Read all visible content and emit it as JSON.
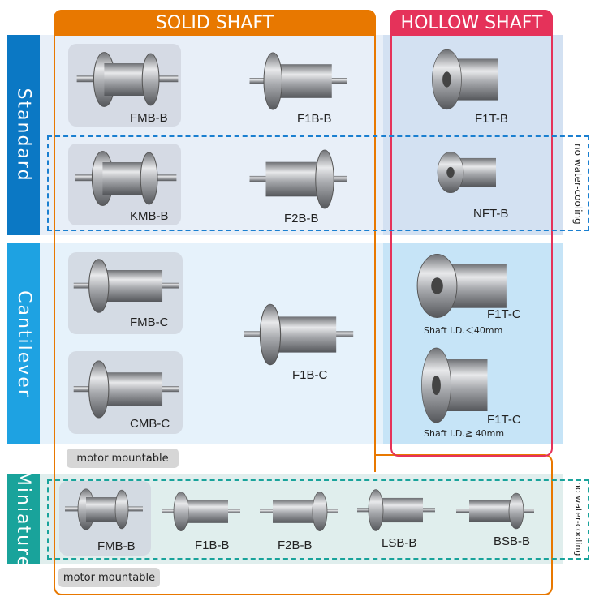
{
  "headers": {
    "solid": "SOLID SHAFT",
    "hollow": "HOLLOW SHAFT"
  },
  "bands": {
    "standard": "Standard",
    "cantilever": "Cantilever",
    "miniature": "Miniature"
  },
  "notes": {
    "no_water_cooling_1": "no water-cooling",
    "no_water_cooling_2": "no water-cooling",
    "motor_mountable_1": "motor mountable",
    "motor_mountable_2": "motor mountable"
  },
  "products": {
    "fmb_b": "FMB-B",
    "f1b_b": "F1B-B",
    "f1t_b": "F1T-B",
    "kmb_b": "KMB-B",
    "f2b_b": "F2B-B",
    "nft_b": "NFT-B",
    "fmb_c": "FMB-C",
    "f1b_c": "F1B-C",
    "f1t_c_small": "F1T-C",
    "f1t_c_small_note": "Shaft I.D.＜40mm",
    "cmb_c": "CMB-C",
    "f1t_c_large": "F1T-C",
    "f1t_c_large_note": "Shaft I.D.≧ 40mm",
    "mini_fmb_b": "FMB-B",
    "mini_f1b_b": "F1B-B",
    "mini_f2b_b": "F2B-B",
    "mini_lsb_b": "LSB-B",
    "mini_bsb_b": "BSB-B"
  },
  "colors": {
    "solid": "#e87800",
    "hollow": "#e5325a",
    "standard": "#0b78c4",
    "cantilever": "#1ea2e2",
    "miniature": "#19a39b"
  }
}
